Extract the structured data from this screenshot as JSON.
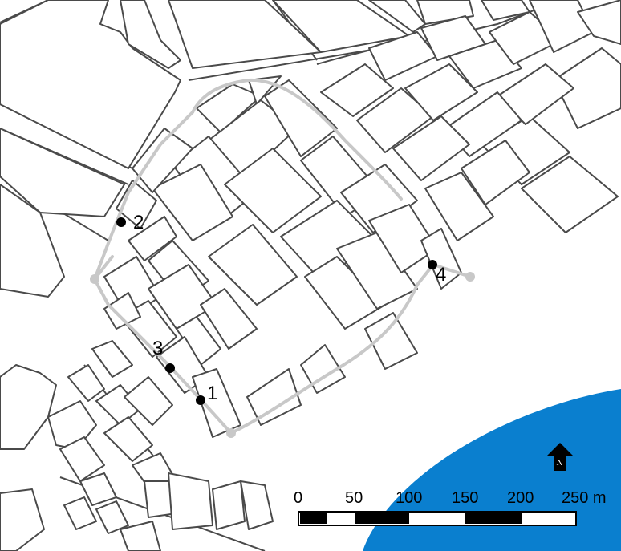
{
  "map": {
    "colors": {
      "water": "#0a7fcf",
      "building_stroke": "#4a4a4a",
      "route": "#c8c8c8",
      "marker": "#000000",
      "background": "#ffffff"
    },
    "markers": [
      {
        "label": "1"
      },
      {
        "label": "2"
      },
      {
        "label": "3"
      },
      {
        "label": "4"
      }
    ],
    "scale_bar": {
      "labels": [
        "0",
        "50",
        "100",
        "150",
        "200",
        "250 m"
      ]
    },
    "north_arrow": {
      "icon": "north-arrow-icon",
      "letter": "N"
    }
  }
}
